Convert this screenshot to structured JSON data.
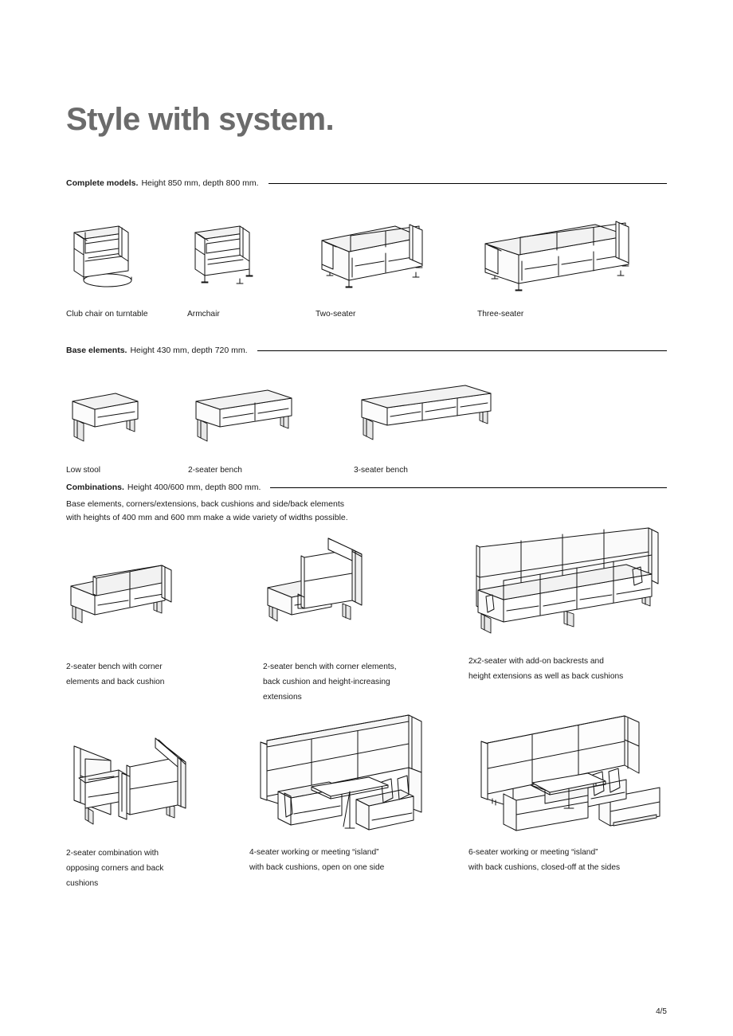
{
  "page": {
    "title": "Style with system.",
    "page_number": "4/5"
  },
  "sections": [
    {
      "id": "complete-models",
      "lead": "Complete models.",
      "rest": "Height 850 mm, depth 800 mm.",
      "items": [
        {
          "label": "Club chair on turntable",
          "icon": "club-chair-figure"
        },
        {
          "label": "Armchair",
          "icon": "armchair-figure"
        },
        {
          "label": "Two-seater",
          "icon": "two-seater-figure"
        },
        {
          "label": "Three-seater",
          "icon": "three-seater-figure"
        }
      ]
    },
    {
      "id": "base-elements",
      "lead": "Base elements.",
      "rest": "Height 430 mm, depth 720 mm.",
      "items": [
        {
          "label": "Low stool",
          "icon": "low-stool-figure"
        },
        {
          "label": "2-seater bench",
          "icon": "two-seater-bench-figure"
        },
        {
          "label": "3-seater bench",
          "icon": "three-seater-bench-figure"
        }
      ]
    },
    {
      "id": "combinations",
      "lead": "Combinations.",
      "rest": "Height 400/600 mm, depth 800 mm.",
      "description_line1": "Base elements, corners/extensions, back cushions and side/back elements",
      "description_line2": "with heights of 400 mm and 600 mm make a wide variety of widths possible.",
      "items": [
        {
          "icon": "bench-corner-back-cushion-figure",
          "caption_lines": [
            "2-seater bench with corner",
            "elements and back cushion"
          ]
        },
        {
          "icon": "bench-corner-height-extension-figure",
          "caption_lines": [
            "2-seater bench with corner elements,",
            "back cushion and height-increasing",
            "extensions"
          ]
        },
        {
          "icon": "two-by-two-seater-figure",
          "caption_lines": [
            "2x2-seater with add-on backrests and",
            "height extensions as well as back cushions"
          ]
        },
        {
          "icon": "opposing-corners-figure",
          "caption_lines": [
            "2-seater combination with",
            "opposing corners and back",
            "cushions"
          ]
        },
        {
          "icon": "four-seater-island-figure",
          "caption_lines": [
            "4-seater working or meeting “island”",
            "with back cushions, open on one side"
          ]
        },
        {
          "icon": "six-seater-island-figure",
          "caption_lines": [
            "6-seater working or meeting “island”",
            "with back cushions, closed-off at the sides"
          ]
        }
      ]
    }
  ],
  "colors": {
    "title": "#6b6b6b",
    "text": "#1a1a1a",
    "line": "#111111",
    "paper": "#ffffff"
  }
}
